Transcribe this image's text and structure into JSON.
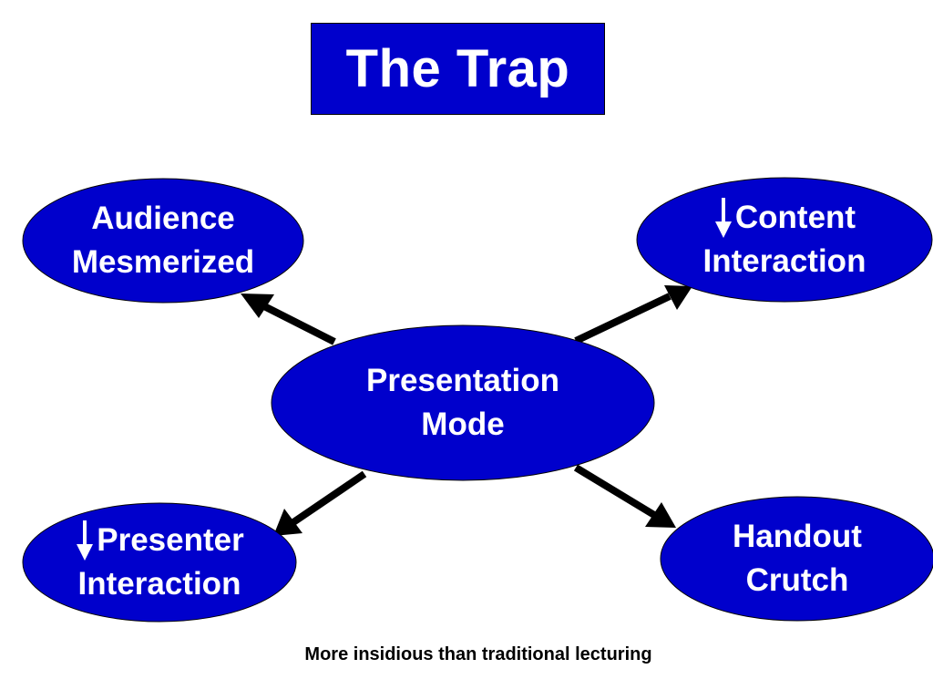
{
  "title": "The Trap",
  "center_node": {
    "line1": "Presentation",
    "line2": "Mode"
  },
  "nodes": {
    "audience": {
      "line1": "Audience",
      "line2": "Mesmerized"
    },
    "content": {
      "line1": "Content",
      "line2": "Interaction",
      "indicator_icon": "down-arrow-icon"
    },
    "presenter": {
      "line1": "Presenter",
      "line2": "Interaction",
      "indicator_icon": "down-arrow-icon"
    },
    "handout": {
      "line1": "Handout",
      "line2": "Crutch"
    }
  },
  "caption": "More insidious than traditional lecturing",
  "colors": {
    "node_fill": "#0000cc",
    "node_stroke": "#000000",
    "title_fill": "#0000cc",
    "text": "#ffffff",
    "arrow": "#000000"
  }
}
